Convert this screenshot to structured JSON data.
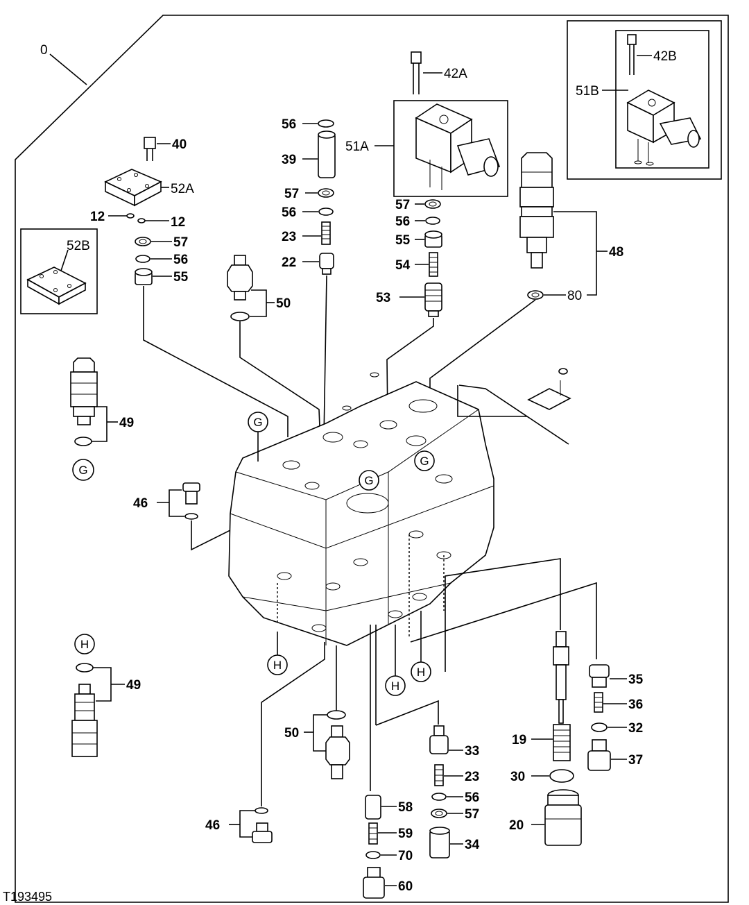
{
  "diagram": {
    "figure_id": "T193495",
    "assembly_label": "0",
    "callouts": {
      "c40": "40",
      "c52A": "52A",
      "c12a": "12",
      "c12b": "12",
      "c57a": "57",
      "c56a": "56",
      "c55a": "55",
      "c52B": "52B",
      "c56b": "56",
      "c39": "39",
      "c57b": "57",
      "c56c": "56",
      "c23a": "23",
      "c22": "22",
      "c42A": "42A",
      "c51A": "51A",
      "c57c": "57",
      "c56d": "56",
      "c55b": "55",
      "c54": "54",
      "c53": "53",
      "c42B": "42B",
      "c51B": "51B",
      "c48": "48",
      "c80": "80",
      "c50a": "50",
      "c49a": "49",
      "c46a": "46",
      "c49b": "49",
      "c50b": "50",
      "c46b": "46",
      "c33": "33",
      "c23b": "23",
      "c56e": "56",
      "c57d": "57",
      "c34": "34",
      "c58": "58",
      "c59": "59",
      "c70": "70",
      "c60": "60",
      "c19": "19",
      "c30": "30",
      "c20": "20",
      "c35": "35",
      "c36": "36",
      "c32": "32",
      "c37": "37"
    },
    "port_markers": {
      "g1": "G",
      "g2": "G",
      "g3": "G",
      "g4": "G",
      "h1": "H",
      "h2": "H",
      "h3": "H",
      "h4": "H"
    }
  }
}
